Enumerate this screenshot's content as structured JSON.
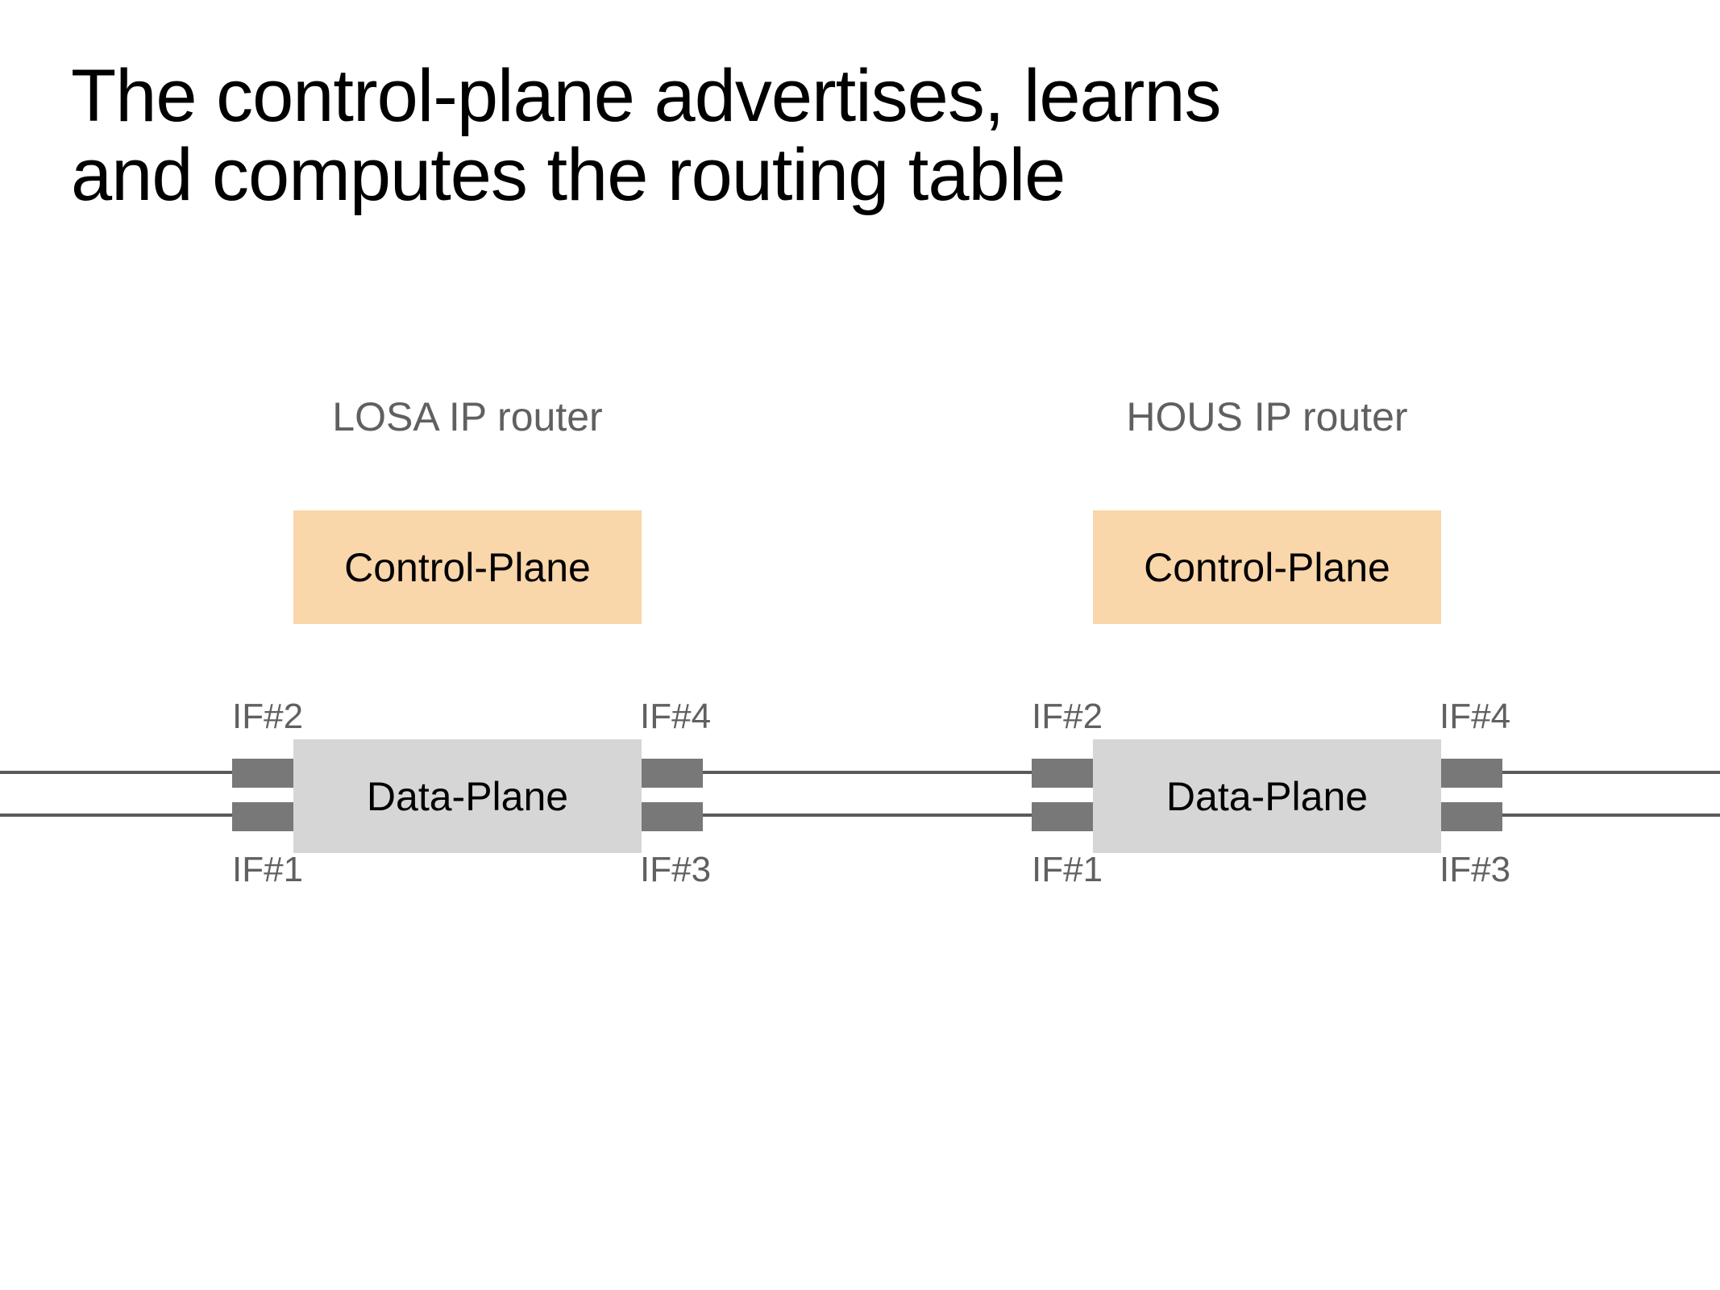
{
  "slide": {
    "title_line1": "The control-plane advertises, learns",
    "title_line2": "and computes the routing table"
  },
  "colors": {
    "control_plane_fill": "#FAD6AB",
    "data_plane_fill": "#D6D6D6",
    "port_fill": "#787878",
    "link_line": "#5A5A5A",
    "label_gray": "#606060",
    "title_black": "#000000"
  },
  "routers": [
    {
      "name": "LOSA IP router",
      "control_plane_label": "Control-Plane",
      "data_plane_label": "Data-Plane",
      "interfaces": [
        "IF#1",
        "IF#2",
        "IF#3",
        "IF#4"
      ]
    },
    {
      "name": "HOUS IP router",
      "control_plane_label": "Control-Plane",
      "data_plane_label": "Data-Plane",
      "interfaces": [
        "IF#1",
        "IF#2",
        "IF#3",
        "IF#4"
      ]
    }
  ]
}
